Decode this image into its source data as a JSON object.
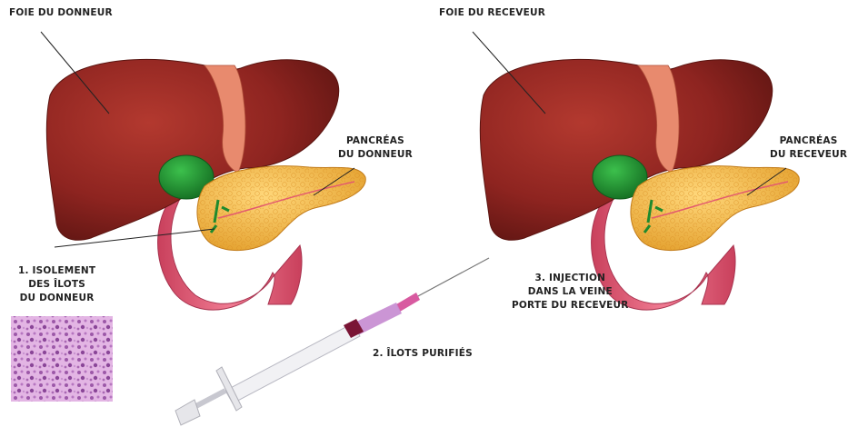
{
  "labels": {
    "donor_liver": "FOIE DU DONNEUR",
    "recipient_liver": "FOIE DU RECEVEUR",
    "donor_pancreas": [
      "PANCRÉAS",
      "DU DONNEUR"
    ],
    "recipient_pancreas": [
      "PANCRÉAS",
      "DU RECEVEUR"
    ],
    "step1": [
      "1. ISOLEMENT",
      "DES ÎLOTS",
      "DU DONNEUR"
    ],
    "step2": "2. ÎLOTS PURIFIÉS",
    "step3": [
      "3. INJECTION",
      "DANS LA VEINE",
      "PORTE DU RECEVEUR"
    ]
  },
  "colors": {
    "liver": "#8e2420",
    "liver_highlight": "#b2372f",
    "gallbladder": "#1f8a2e",
    "pancreas": "#f2b23a",
    "duodenum": "#e0607a",
    "islet_tissue": "#c58ad0",
    "syringe_plunger": "#9a1f4a"
  }
}
